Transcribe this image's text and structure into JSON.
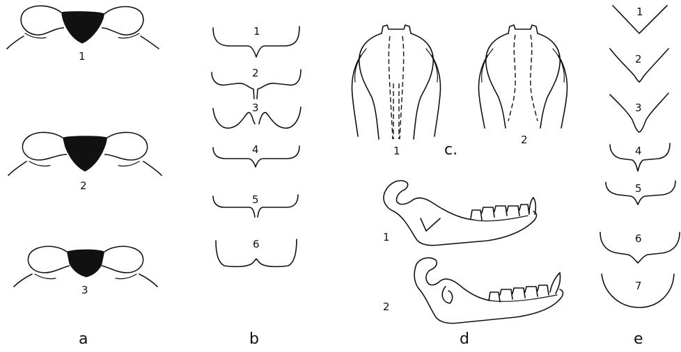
{
  "panels": [
    {
      "label": "a",
      "items": [
        "1",
        "2",
        "3"
      ]
    },
    {
      "label": "b",
      "items": [
        "1",
        "2",
        "3",
        "4",
        "5",
        "6"
      ]
    },
    {
      "label": "c.",
      "items": [
        "1",
        "2"
      ]
    },
    {
      "label": "d",
      "items": [
        "1",
        "2"
      ]
    },
    {
      "label": "e",
      "items": [
        "1",
        "2",
        "3",
        "4",
        "5",
        "6",
        "7"
      ]
    }
  ]
}
